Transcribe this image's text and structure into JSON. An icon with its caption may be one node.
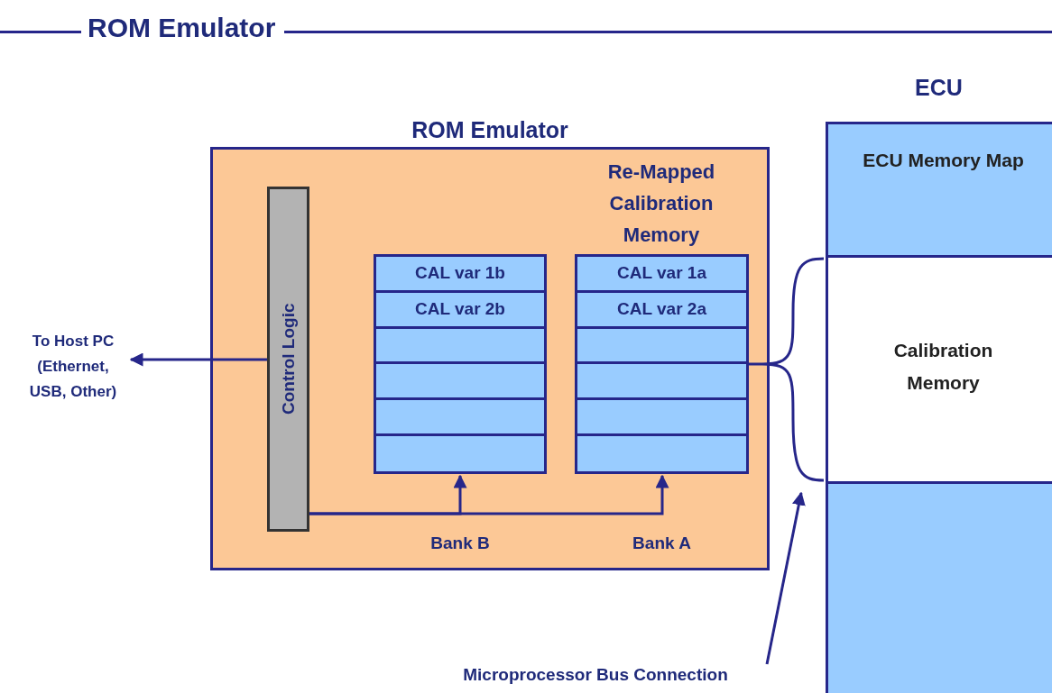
{
  "diagram": {
    "title": "ROM Emulator",
    "nodes": [
      {
        "text": [
          "ROM Emulator",
          "Re-Mapped Calibration Memory"
        ]
      },
      {
        "text": [
          "Control Logic"
        ],
        "in": 0
      },
      {
        "text": [
          "CAL var 1b",
          "CAL var 2b"
        ],
        "beside": [
          "Bank B"
        ],
        "in": 0
      },
      {
        "text": [
          "CAL var 1a",
          "CAL var 2a"
        ],
        "beside": [
          "Bank A"
        ],
        "in": 0
      },
      {
        "text": [
          "ECU"
        ]
      },
      {
        "text": [
          "ECU Memory Map"
        ],
        "in": 4
      },
      {
        "text": [
          "Calibration Memory"
        ],
        "in": 4
      },
      {
        "text": [],
        "shape": "box",
        "in": 4
      },
      {
        "text": [
          "To Host PC (Ethernet, USB, Other)"
        ]
      },
      {
        "text": [
          "Microprocessor Bus Connection"
        ]
      }
    ],
    "edges": [
      {
        "from": 1,
        "to": 8,
        "arrow": "to"
      },
      {
        "from": 1,
        "to": 2,
        "arrow": "to"
      },
      {
        "from": 1,
        "to": 3,
        "arrow": "to"
      },
      {
        "from": 3,
        "to": 6,
        "arrow": "none"
      },
      {
        "from": 9,
        "to": 6,
        "arrow": "to"
      }
    ]
  }
}
